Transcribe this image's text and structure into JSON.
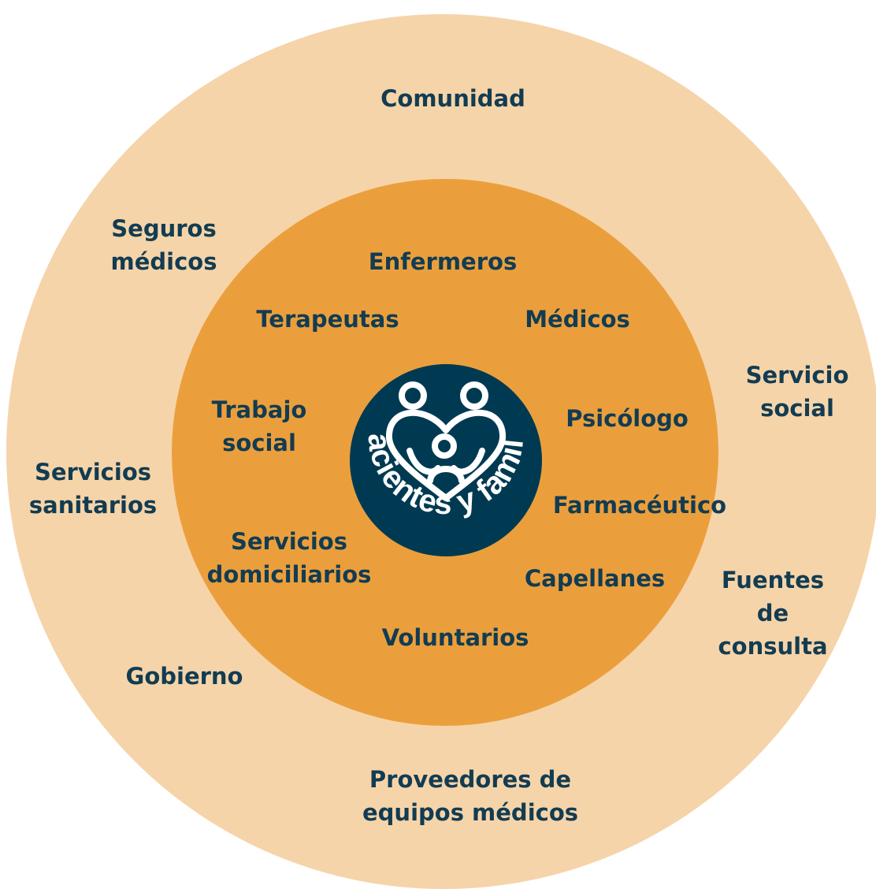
{
  "colors": {
    "outer_ring": "#f6d4a9",
    "inner_ring": "#eb9f3c",
    "core": "#003a52",
    "text": "#123c52",
    "core_text": "#ffffff"
  },
  "center": {
    "label": "Pacientes y familia",
    "icon": "heart-family-icon"
  },
  "inner_ring_labels": {
    "enfermeros": "Enfermeros",
    "terapeutas": "Terapeutas",
    "medicos": "Médicos",
    "trabajo_social": "Trabajo\nsocial",
    "psicologo": "Psicólogo",
    "farmaceutico": "Farmacéutico",
    "servicios_domiciliarios": "Servicios\ndomiciliarios",
    "capellanes": "Capellanes",
    "voluntarios": "Voluntarios"
  },
  "outer_ring_labels": {
    "comunidad": "Comunidad",
    "seguros_medicos": "Seguros\nmédicos",
    "servicio_social": "Servicio\nsocial",
    "servicios_sanitarios": "Servicios\nsanitarios",
    "fuentes_consulta": "Fuentes de\nconsulta",
    "gobierno": "Gobierno",
    "proveedores": "Proveedores de\nequipos médicos"
  }
}
